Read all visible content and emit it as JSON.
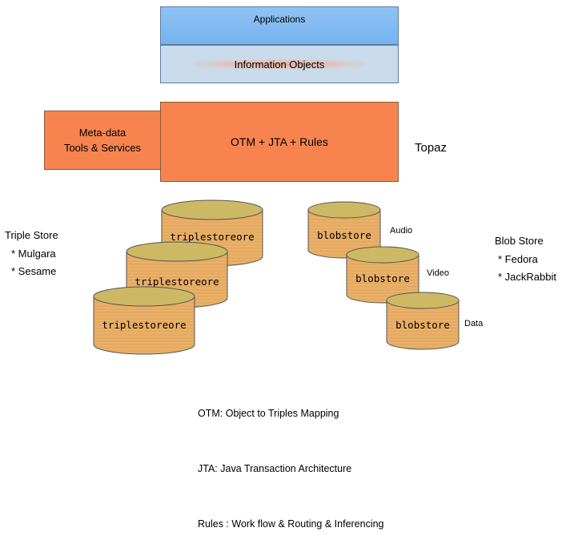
{
  "layers": {
    "applications": "Applications",
    "information_objects": "Information Objects",
    "otm_jta_rules": "OTM + JTA + Rules",
    "metadata_line1": "Meta-data",
    "metadata_line2": "Tools & Services",
    "topaz": "Topaz"
  },
  "triple_store": {
    "title": "Triple Store",
    "items": [
      "* Mulgara",
      "* Sesame"
    ],
    "cylinders": [
      "triplestoreore",
      "triplestoreore",
      "triplestoreore"
    ]
  },
  "blob_store": {
    "title": "Blob Store",
    "items": [
      "* Fedora",
      "* JackRabbit"
    ],
    "cylinders": [
      {
        "label": "blobstore",
        "type": "Audio"
      },
      {
        "label": "blobstore",
        "type": "Video"
      },
      {
        "label": "blobstore",
        "type": "Data"
      }
    ]
  },
  "legend": [
    "OTM: Object to Triples Mapping",
    "JTA: Java Transaction Architecture",
    "Rules : Work flow & Routing & Inferencing"
  ],
  "colors": {
    "orange": "#f7844f",
    "blue": "#8fc2f5",
    "info_bg": "#c9daea",
    "cylinder_top": "#c9b45e",
    "cylinder_body": "#ec9a5a"
  }
}
